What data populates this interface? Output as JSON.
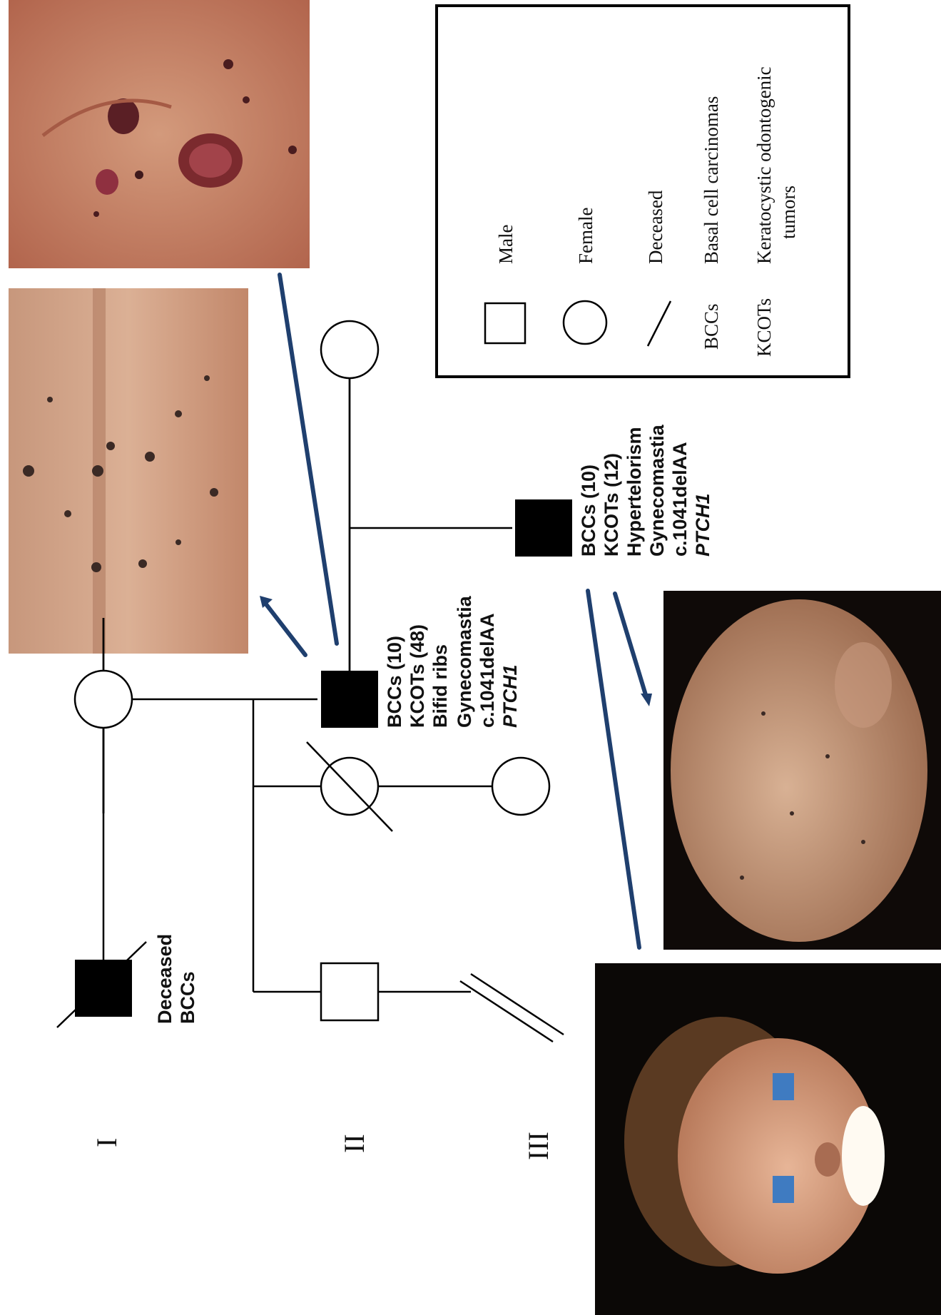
{
  "generations": [
    "I",
    "II",
    "III"
  ],
  "individuals": {
    "grandfather": {
      "labels": [
        "Deceased",
        "BCCs"
      ]
    },
    "proband": {
      "labels": [
        "BCCs (10)",
        "KCOTs (48)",
        "Bifid ribs",
        "Gynecomastia",
        "c.1041delAA",
        "PTCH1"
      ]
    },
    "son": {
      "labels": [
        "BCCs (10)",
        "KCOTs (12)",
        "Hypertelorism",
        "Gynecomastia",
        "c.1041delAA",
        "PTCH1"
      ]
    }
  },
  "legend": {
    "items": [
      {
        "symbol": "square",
        "label": "Male"
      },
      {
        "symbol": "circle",
        "label": "Female"
      },
      {
        "symbol": "slash",
        "label": "Deceased"
      },
      {
        "abbr": "BCCs",
        "label": "Basal cell carcinomas"
      },
      {
        "abbr": "KCOTs",
        "label": "Keratocystic odontogenic",
        "label2": "tumors"
      }
    ]
  },
  "photos": [
    {
      "name": "skin-lesions-photo",
      "description_icon": "photo-icon"
    },
    {
      "name": "chest-nevi-photo",
      "description_icon": "photo-icon"
    },
    {
      "name": "torso-photo",
      "description_icon": "photo-icon"
    },
    {
      "name": "face-photo",
      "description_icon": "photo-icon"
    }
  ],
  "colors": {
    "affected": "#000000",
    "arrow": "#1f3f6e",
    "skin": "#b97a5f",
    "bg": "#ffffff"
  }
}
